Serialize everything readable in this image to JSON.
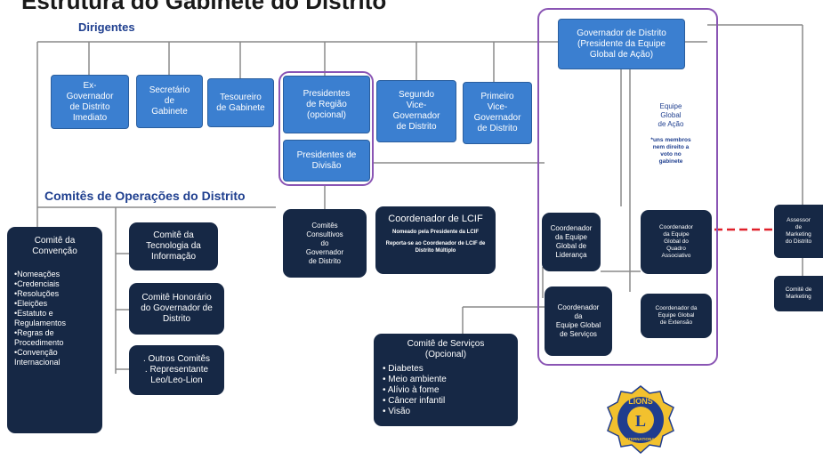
{
  "page_title": "Estrutura do Gabinete do Distrito",
  "headings": {
    "dirigentes": "Dirigentes",
    "comites": "Comitês de Operações do Distrito"
  },
  "boxes": {
    "ex_governador": "Ex-\nGovernador\nde Distrito\nImediato",
    "secretario": "Secretário\nde\nGabinete",
    "tesoureiro": "Tesoureiro\nde Gabinete",
    "presidentes_regiao": "Presidentes\nde Região\n(opcional)",
    "presidentes_divisao": "Presidentes de\nDivisão",
    "segundo_vice": "Segundo\nVice-\nGovernador\nde Distrito",
    "primeiro_vice": "Primeiro\nVice-\nGovernador\nde Distrito",
    "governador": "Governador de Distrito\n(Presidente da Equipe\nGlobal de Ação)",
    "comites_consultivos": "Comitês\nConsultivos\ndo\nGovernador\nde Distrito",
    "coord_lcif_title": "Coordenador de LCIF",
    "coord_lcif_line1": "Nomeado pela Presidente da LCIF",
    "coord_lcif_line2": "Reporta-se ao Coordenador de LCIF de Distrito Múltiplo",
    "coord_lideranca": "Coordenador\nda Equipe\nGlobal de\nLiderança",
    "coord_quadro": "Coordenador\nda Equipe\nGlobal do\nQuadro\nAssociativo",
    "coord_servicos": "Coordenador\nda\nEquipe Global\nde Serviços",
    "coord_extensao": "Coordenador da\nEquipe Global\nde Extensão",
    "assessor_marketing": "Assessor\nde\nMarketing\ndo Distrito",
    "comite_marketing": "Comitê de\nMarketing",
    "tecnologia": "Comitê da\nTecnologia da\nInformação",
    "honorario": "Comitê Honorário\ndo Governador de\nDistrito",
    "outros": ". Outros Comitês\n. Representante\nLeo/Leo-Lion"
  },
  "equipe_label": "Equipe\nGlobal\nde Ação",
  "equipe_note": "*uns membros\nnem direito a\nvoto no\ngabinete",
  "convencao": {
    "title": "Comitê da\nConvenção",
    "items": [
      "•Nomeações",
      "•Credenciais",
      "•Resoluções",
      "•Eleições",
      "•Estatuto e\nRegulamentos",
      "•Regras de\nProcedimento",
      "•Convenção\nInternacional"
    ]
  },
  "servicos": {
    "title": "Comitê de Serviços\n(Opcional)",
    "items": [
      "• Diabetes",
      "• Meio ambiente",
      "• Alívio à fome",
      "• Câncer infantil",
      "• Visão"
    ]
  },
  "logo": {
    "top_text": "LIONS",
    "letter": "L",
    "bottom_text": "INTERNATIONAL"
  },
  "colors": {
    "blue_box": "#3b7fd0",
    "navy_box": "#162845",
    "frame": "#8a55b4",
    "heading": "#1f3f8f",
    "dashed_link": "#e0202a",
    "logo_gold": "#f2c12e",
    "logo_blue": "#203d8e"
  }
}
